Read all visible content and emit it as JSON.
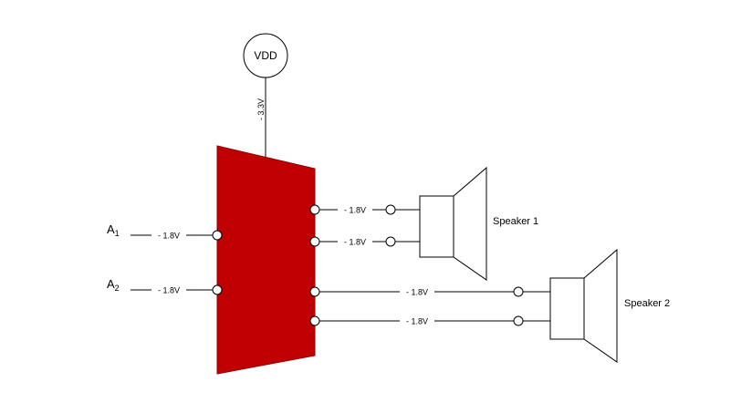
{
  "diagram": {
    "power": {
      "label": "VDD",
      "voltage": "- 3.3V"
    },
    "inputs": [
      {
        "base": "A",
        "sub": "1",
        "wire_label": "- 1.8V"
      },
      {
        "base": "A",
        "sub": "2",
        "wire_label": "- 1.8V"
      }
    ],
    "amplifier": {
      "fill": "#c00000"
    },
    "outputs": [
      {
        "wire_label": "- 1.8V"
      },
      {
        "wire_label": "- 1.8V"
      },
      {
        "wire_label": "- 1.8V"
      },
      {
        "wire_label": "- 1.8V"
      }
    ],
    "speakers": [
      {
        "label": "Speaker 1"
      },
      {
        "label": "Speaker 2"
      }
    ]
  }
}
